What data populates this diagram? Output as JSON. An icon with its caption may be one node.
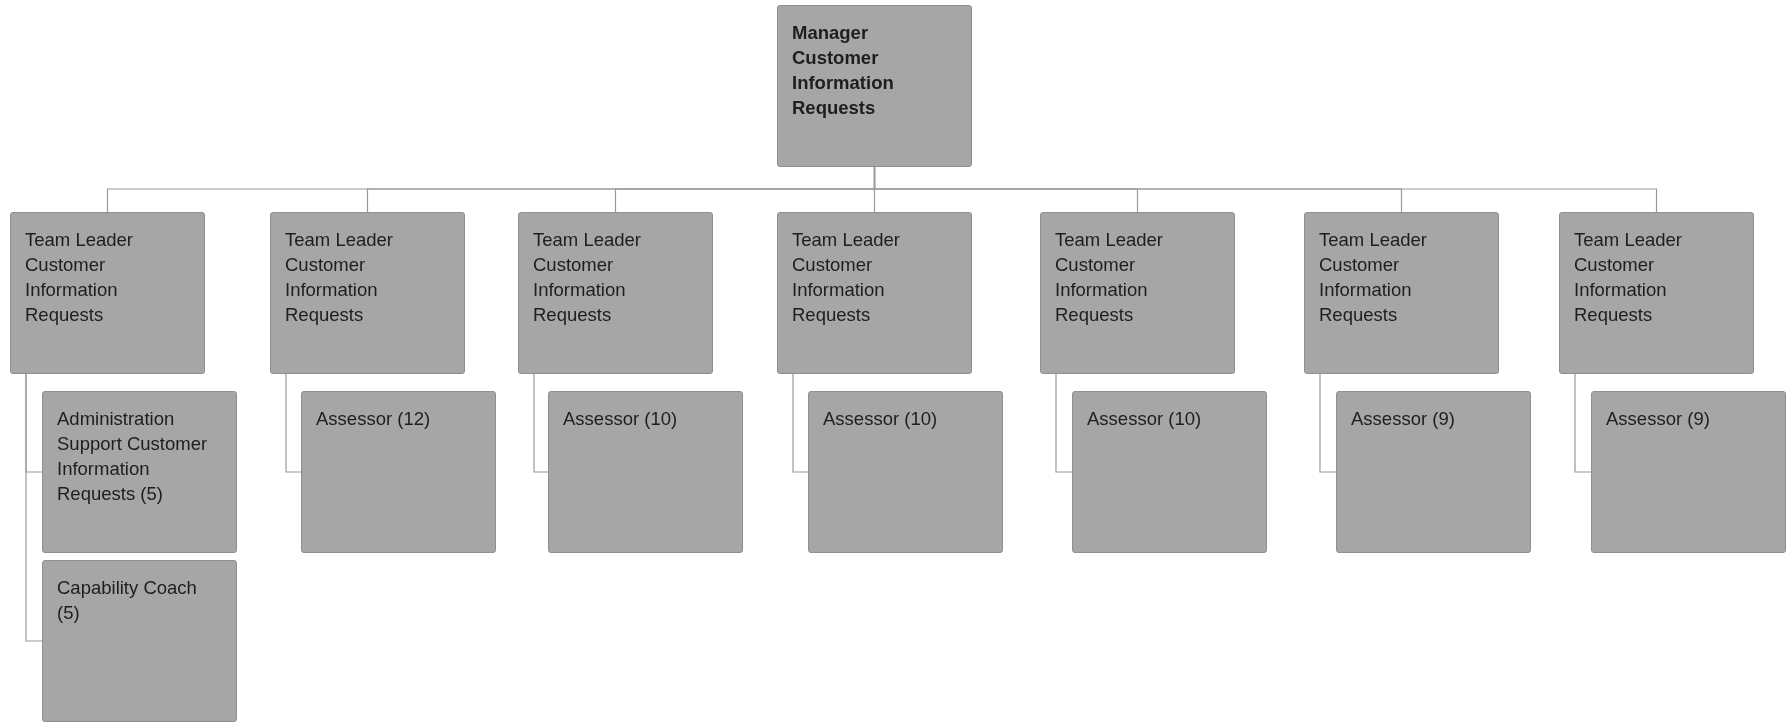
{
  "diagram": {
    "nodes": [
      {
        "text": [
          "Manager Customer Information Requests"
        ]
      },
      {
        "text": [
          "Team Leader Customer Information Requests"
        ]
      },
      {
        "text": [
          "Team Leader Customer Information Requests"
        ]
      },
      {
        "text": [
          "Team Leader Customer Information Requests"
        ]
      },
      {
        "text": [
          "Team Leader Customer Information Requests"
        ]
      },
      {
        "text": [
          "Team Leader Customer Information Requests"
        ]
      },
      {
        "text": [
          "Team Leader Customer Information Requests"
        ]
      },
      {
        "text": [
          "Team Leader Customer Information Requests"
        ]
      },
      {
        "text": [
          "Administration Support Customer Information Requests (5)"
        ]
      },
      {
        "text": [
          "Capability Coach (5)"
        ]
      },
      {
        "text": [
          "Assessor (12)"
        ]
      },
      {
        "text": [
          "Assessor (10)"
        ]
      },
      {
        "text": [
          "Assessor (10)"
        ]
      },
      {
        "text": [
          "Assessor (10)"
        ]
      },
      {
        "text": [
          "Assessor (9)"
        ]
      },
      {
        "text": [
          "Assessor (9)"
        ]
      }
    ],
    "edges": [
      {
        "from": 0,
        "to": 1,
        "arrow": "none"
      },
      {
        "from": 0,
        "to": 2,
        "arrow": "none"
      },
      {
        "from": 0,
        "to": 3,
        "arrow": "none"
      },
      {
        "from": 0,
        "to": 4,
        "arrow": "none"
      },
      {
        "from": 0,
        "to": 5,
        "arrow": "none"
      },
      {
        "from": 0,
        "to": 6,
        "arrow": "none"
      },
      {
        "from": 0,
        "to": 7,
        "arrow": "none"
      },
      {
        "from": 1,
        "to": 8,
        "arrow": "none"
      },
      {
        "from": 1,
        "to": 9,
        "arrow": "none"
      },
      {
        "from": 2,
        "to": 10,
        "arrow": "none"
      },
      {
        "from": 3,
        "to": 11,
        "arrow": "none"
      },
      {
        "from": 4,
        "to": 12,
        "arrow": "none"
      },
      {
        "from": 5,
        "to": 13,
        "arrow": "none"
      },
      {
        "from": 6,
        "to": 14,
        "arrow": "none"
      },
      {
        "from": 7,
        "to": 15,
        "arrow": "none"
      }
    ]
  }
}
